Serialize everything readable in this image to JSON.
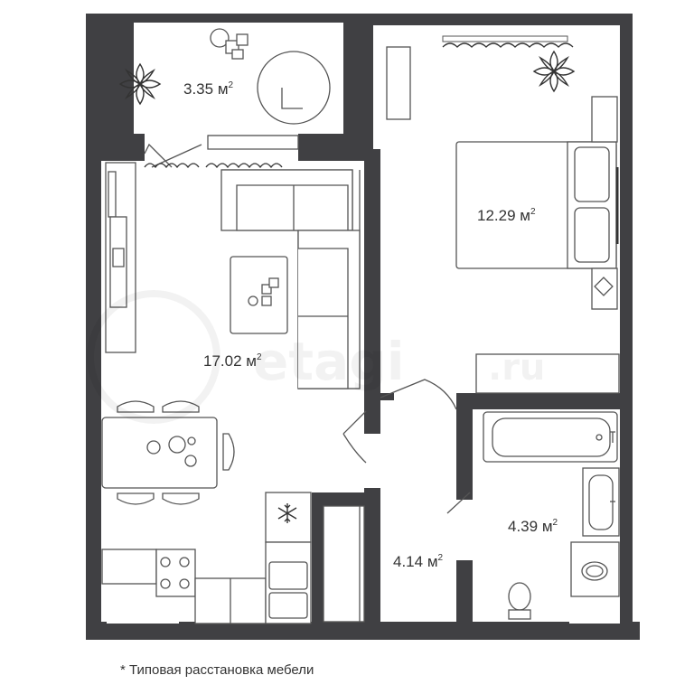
{
  "rooms": [
    {
      "id": "balcony",
      "area": "3.35",
      "unit": "м",
      "power": "2"
    },
    {
      "id": "bedroom",
      "area": "12.29",
      "unit": "м",
      "power": "2"
    },
    {
      "id": "living",
      "area": "17.02",
      "unit": "м",
      "power": "2"
    },
    {
      "id": "hall",
      "area": "4.14",
      "unit": "м",
      "power": "2"
    },
    {
      "id": "bathroom",
      "area": "4.39",
      "unit": "м",
      "power": "2"
    }
  ],
  "footnote": "* Типовая расстановка мебели",
  "watermark": "etagi",
  "colors": {
    "wall": "#404043",
    "line": "#555555",
    "furniture_fill": "#ffffff",
    "text": "#333333"
  },
  "icons": [
    "plant-icon",
    "snowflake-icon",
    "toilet-icon",
    "sink-icon",
    "bathtub-icon",
    "washing-machine-icon",
    "stove-icon"
  ]
}
